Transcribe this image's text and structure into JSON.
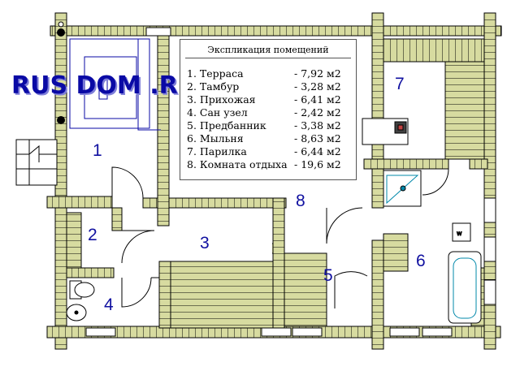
{
  "watermark": "RUS DOM .RU",
  "legend": {
    "title": "Экспликация помещений",
    "rows": [
      {
        "name": "1. Терраса",
        "area": "- 7,92 м2"
      },
      {
        "name": "2. Тамбур",
        "area": "- 3,28 м2"
      },
      {
        "name": "3. Прихожая",
        "area": "- 6,41 м2"
      },
      {
        "name": "4. Сан узел",
        "area": "- 2,42 м2"
      },
      {
        "name": "5. Предбанник",
        "area": "- 3,38 м2"
      },
      {
        "name": "6. Мыльня",
        "area": "- 8,63 м2"
      },
      {
        "name": "7. Парилка",
        "area": "- 6,44 м2"
      },
      {
        "name": "8. Комната отдыха",
        "area": "- 19,6 м2"
      }
    ]
  },
  "room_numbers": [
    "1",
    "2",
    "3",
    "4",
    "5",
    "6",
    "7",
    "8"
  ],
  "colors": {
    "log_fill": "#d7dba0",
    "log_line": "#000000",
    "number": "#1010a0",
    "stove": "#c04040"
  }
}
